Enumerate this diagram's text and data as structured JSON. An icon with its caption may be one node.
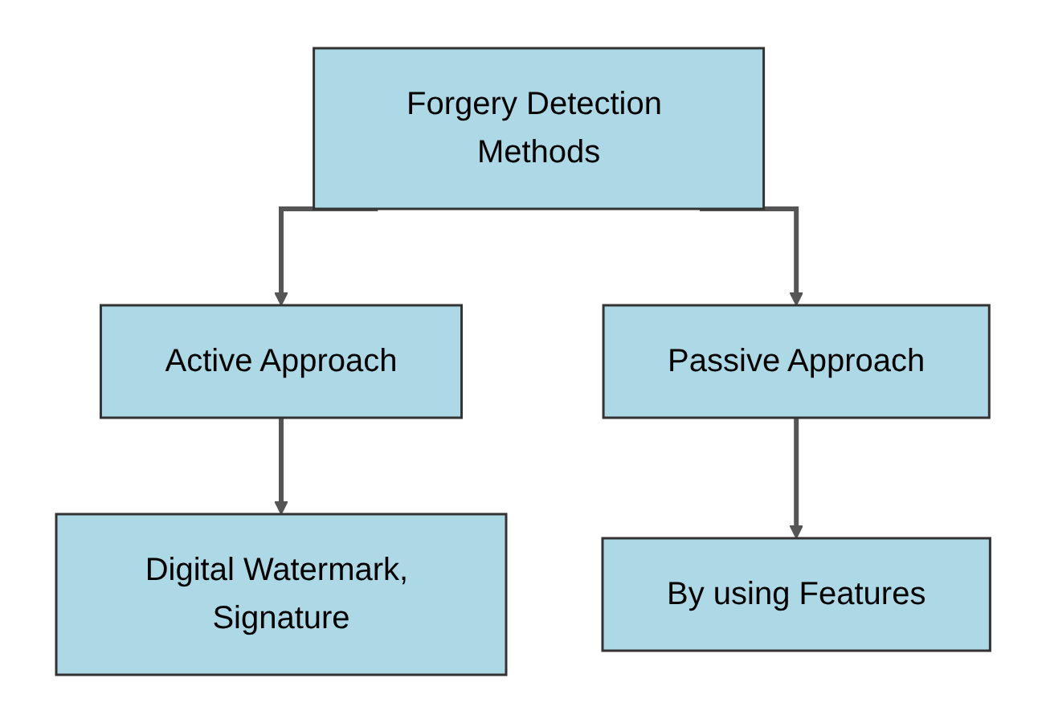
{
  "diagram": {
    "nodes": [
      {
        "text": [
          "Forgery Detection Methods"
        ]
      },
      {
        "text": [
          "Active Approach"
        ]
      },
      {
        "text": [
          "Passive Approach"
        ]
      },
      {
        "text": [
          "Digital Watermark, Signature"
        ]
      },
      {
        "text": [
          "By using Features"
        ]
      }
    ],
    "edges": [
      {
        "from": 0,
        "to": 1,
        "arrow": "to"
      },
      {
        "from": 0,
        "to": 2,
        "arrow": "to"
      },
      {
        "from": 1,
        "to": 3,
        "arrow": "to"
      },
      {
        "from": 2,
        "to": 4,
        "arrow": "to"
      }
    ]
  }
}
